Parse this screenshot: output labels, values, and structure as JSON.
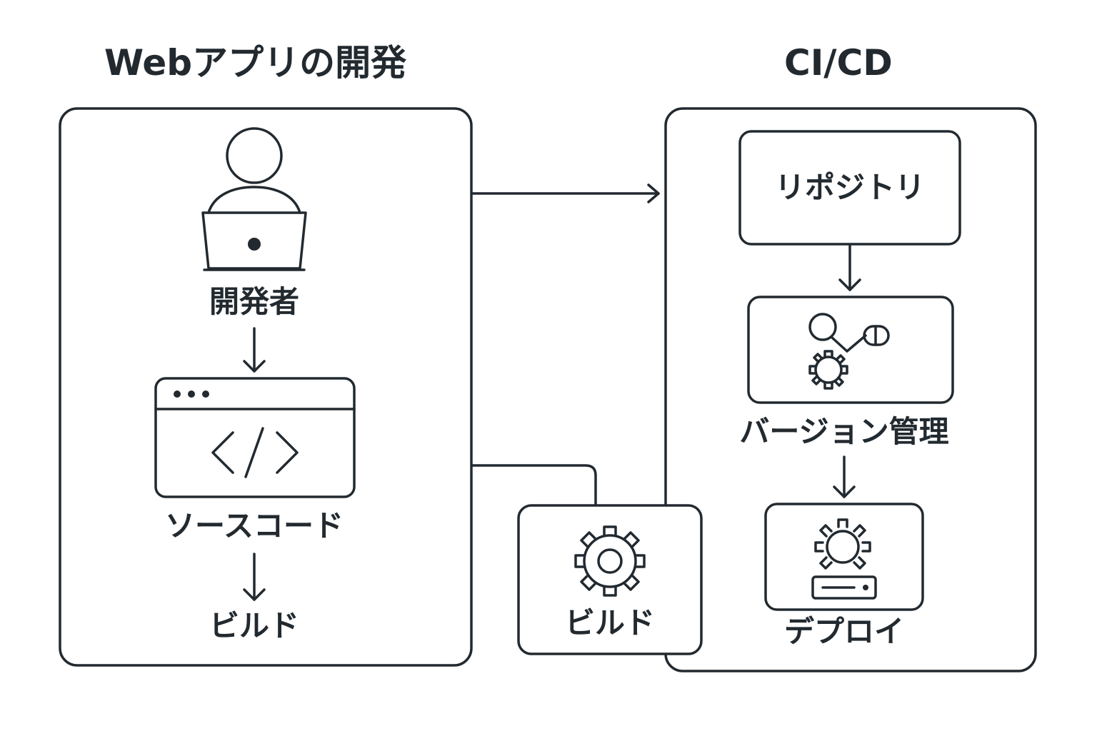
{
  "left_panel": {
    "title": "Webアプリの開発",
    "developer_label": "開発者",
    "source_code_label": "ソースコード",
    "build_label": "ビルド"
  },
  "right_panel": {
    "title": "CI/CD",
    "repository_label": "リポジトリ",
    "version_control_label": "バージョン管理",
    "deploy_label": "デプロイ"
  },
  "build_box": {
    "label": "ビルド"
  },
  "colors": {
    "stroke": "#222a30",
    "background": "#ffffff"
  }
}
